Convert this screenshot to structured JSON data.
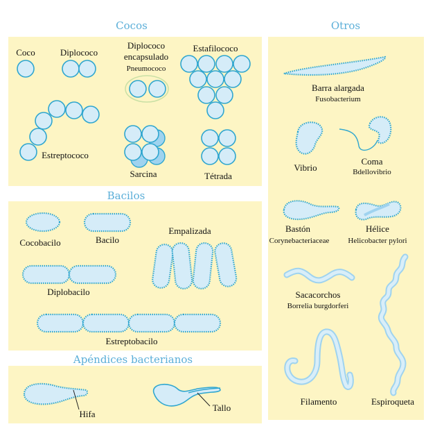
{
  "sections": {
    "cocos": "Cocos",
    "bacilos": "Bacilos",
    "apendices": "Apéndices bacterianos",
    "otros": "Otros"
  },
  "cocos": {
    "coco": "Coco",
    "diplococo": "Diplococo",
    "diplococo_encapsulado": "Diplococo encapsulado",
    "pneumococo": "Pneumococo",
    "estafilococo": "Estafilococo",
    "estreptococo": "Estreptococo",
    "sarcina": "Sarcina",
    "tetrada": "Tétrada"
  },
  "bacilos": {
    "cocobacilo": "Cocobacilo",
    "bacilo": "Bacilo",
    "empalizada": "Empalizada",
    "diplobacilo": "Diplobacilo",
    "estreptobacilo": "Estreptobacilo"
  },
  "apendices": {
    "hifa": "Hifa",
    "tallo": "Tallo"
  },
  "otros": {
    "barra_alargada": "Barra alargada",
    "fusobacterium": "Fusobacterium",
    "vibrio": "Vibrio",
    "coma": "Coma",
    "bdellovibrio": "Bdellovibrio",
    "baston": "Bastón",
    "corynebacteriaceae": "Corynebacteriaceae",
    "helice": "Hélice",
    "helicobacter": "Helicobacter pylori",
    "sacacorchos": "Sacacorchos",
    "borrelia": "Borrelia burgdorferi",
    "filamento": "Filamento",
    "espiroqueta": "Espiroqueta"
  }
}
